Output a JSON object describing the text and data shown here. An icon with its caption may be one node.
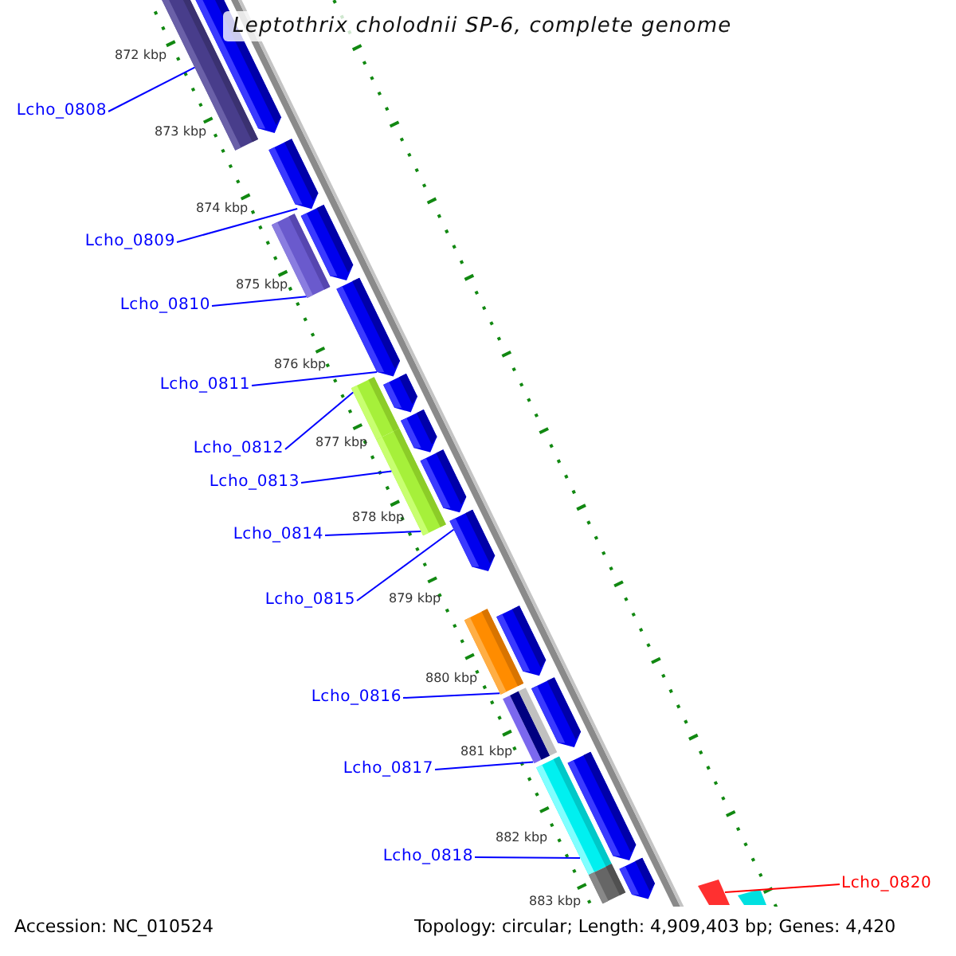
{
  "diagram": {
    "title": "Leptothrix cholodnii SP-6, complete genome",
    "nodes": [
      {
        "text": [
          "Lcho_0808"
        ]
      },
      {
        "text": [
          "Lcho_0809"
        ]
      },
      {
        "text": [
          "Lcho_0810"
        ]
      },
      {
        "text": [
          "Lcho_0811"
        ]
      },
      {
        "text": [
          "Lcho_0812"
        ]
      },
      {
        "text": [
          "Lcho_0813"
        ]
      },
      {
        "text": [
          "Lcho_0814"
        ]
      },
      {
        "text": [
          "Lcho_0815"
        ]
      },
      {
        "text": [
          "Lcho_0816"
        ]
      },
      {
        "text": [
          "Lcho_0817"
        ]
      },
      {
        "text": [
          "Lcho_0818"
        ]
      },
      {
        "text": [
          "Lcho_0820"
        ]
      },
      {
        "text": [],
        "shape": "bar"
      },
      {
        "text": [],
        "shape": "arrow"
      },
      {
        "text": [],
        "shape": "arrow"
      },
      {
        "text": [],
        "shape": "bar"
      },
      {
        "text": [],
        "shape": "arrow"
      },
      {
        "text": [],
        "shape": "arrow"
      },
      {
        "text": [],
        "shape": "bar"
      },
      {
        "text": [],
        "shape": "arrow"
      },
      {
        "text": [],
        "shape": "arrow"
      },
      {
        "text": [],
        "shape": "bar"
      },
      {
        "text": [],
        "shape": "arrow"
      },
      {
        "text": [],
        "shape": "arrow"
      },
      {
        "text": [],
        "shape": "bar"
      },
      {
        "text": [],
        "shape": "arrow"
      },
      {
        "text": [],
        "shape": "bar"
      },
      {
        "text": [],
        "shape": "arrow"
      },
      {
        "text": [],
        "shape": "bar"
      },
      {
        "text": [],
        "shape": "arrow"
      },
      {
        "text": [],
        "shape": "bar"
      },
      {
        "text": [],
        "shape": "arrow"
      },
      {
        "text": [],
        "shape": "bar"
      },
      {
        "text": [],
        "shape": "bar"
      }
    ],
    "edges": [
      {
        "from": 0,
        "to": 12,
        "arrow": "none"
      },
      {
        "from": 1,
        "to": 14,
        "arrow": "none"
      },
      {
        "from": 2,
        "to": 15,
        "arrow": "none"
      },
      {
        "from": 3,
        "to": 17,
        "arrow": "none"
      },
      {
        "from": 4,
        "to": 18,
        "arrow": "none"
      },
      {
        "from": 5,
        "to": 21,
        "arrow": "none"
      },
      {
        "from": 6,
        "to": 21,
        "arrow": "none"
      },
      {
        "from": 7,
        "to": 23,
        "arrow": "none"
      },
      {
        "from": 8,
        "to": 24,
        "arrow": "none"
      },
      {
        "from": 9,
        "to": 26,
        "arrow": "none"
      },
      {
        "from": 10,
        "to": 28,
        "arrow": "none"
      },
      {
        "from": 11,
        "to": 32,
        "arrow": "none",
        "color": "#ff0000"
      }
    ],
    "labels": [
      "872 kbp",
      "873 kbp",
      "874 kbp",
      "875 kbp",
      "876 kbp",
      "877 kbp",
      "878 kbp",
      "879 kbp",
      "880 kbp",
      "881 kbp",
      "882 kbp",
      "883 kbp",
      "Accession: NC_010524",
      "Topology: circular; Length: 4,909,403 bp; Genes: 4,420"
    ]
  }
}
